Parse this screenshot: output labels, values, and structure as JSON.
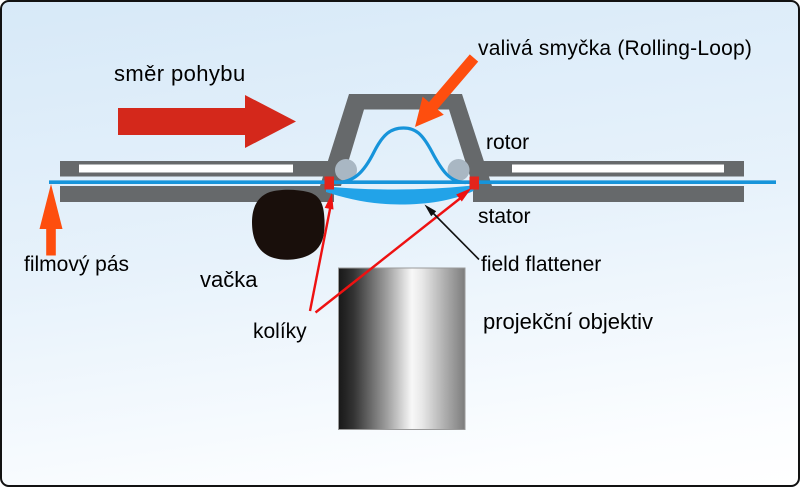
{
  "labels": {
    "direction": "směr pohybu",
    "rolling_loop": "valivá smyčka (Rolling-Loop)",
    "rotor": "rotor",
    "stator": "stator",
    "film_strip": "filmový pás",
    "cam": "vačka",
    "pins": "kolíky",
    "field_flattener": "field flattener",
    "projection_lens": "projekční objektiv"
  },
  "colors": {
    "background_top": "#d7e9f8",
    "background_bottom": "#ffffff",
    "metal_gray": "#66696b",
    "roller_gray": "#a9b7c3",
    "film_blue": "#1794da",
    "flattener_blue": "#22a3e8",
    "arrow_red": "#d4281b",
    "arrow_orange": "#fe4e0e",
    "pointer_red": "#ee1111",
    "pin_red": "#e3241b",
    "cam_black": "#190f0b",
    "text_black": "#000000"
  }
}
